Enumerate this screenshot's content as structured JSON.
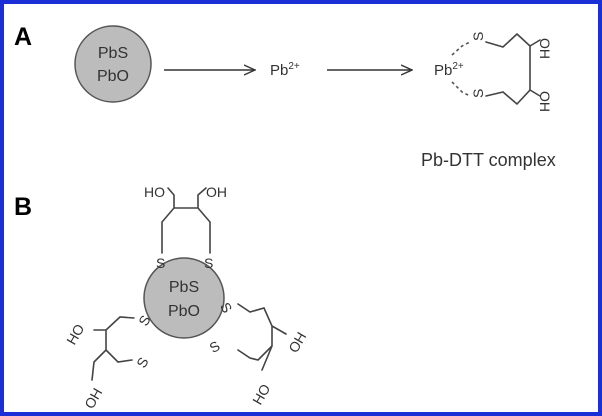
{
  "colors": {
    "frame": "#1a2fd6",
    "particle_fill": "#bcbcbc",
    "particle_stroke": "#555555"
  },
  "panel_a": {
    "label": "A",
    "particle": {
      "line1": "PbS",
      "line2": "PbO"
    },
    "ion": {
      "base": "Pb",
      "charge": "2+"
    },
    "complex": {
      "metal": "Pb",
      "charge": "2+",
      "sulfur_top": "S",
      "sulfur_bottom": "S",
      "hydroxyl_top": "OH",
      "hydroxyl_bottom": "OH"
    },
    "caption": "Pb-DTT complex"
  },
  "panel_b": {
    "label": "B",
    "particle": {
      "line1": "PbS",
      "line2": "PbO"
    },
    "top_ligand": {
      "s_left": "S",
      "s_right": "S",
      "oh_left": "HO",
      "oh_right": "OH"
    },
    "left_ligand": {
      "s_upper": "S",
      "s_lower": "S",
      "oh_upper": "HO",
      "oh_lower": "OH"
    },
    "right_ligand": {
      "s_upper": "S",
      "s_lower": "S",
      "oh_upper": "OH",
      "oh_lower": "HO"
    }
  }
}
